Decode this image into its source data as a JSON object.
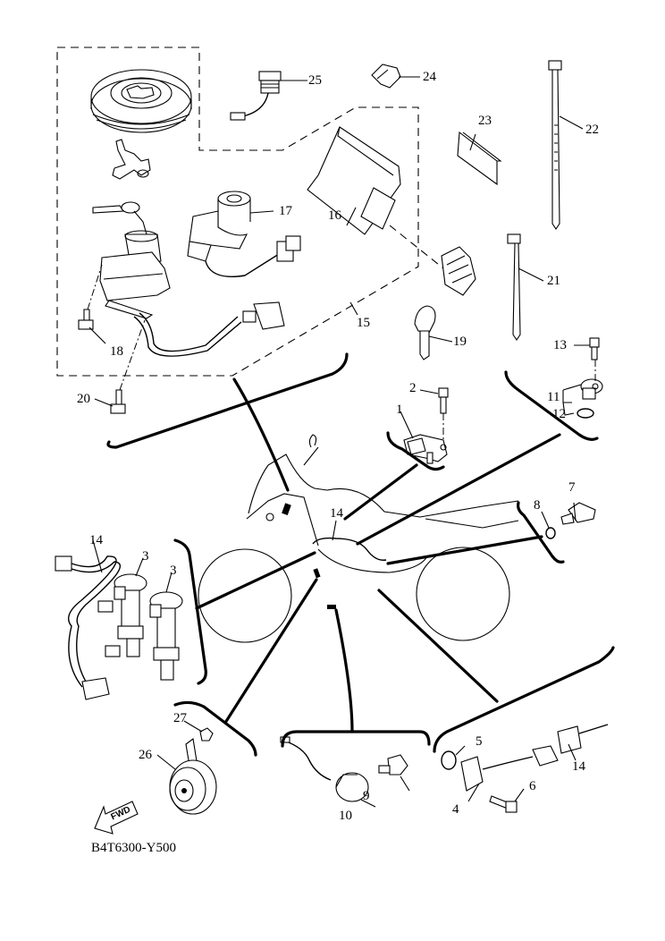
{
  "diagram": {
    "title": "Electrical parts exploded view",
    "code": "B4T6300-Y500",
    "fwd_label": "FWD",
    "callouts": [
      {
        "id": "1",
        "text": "1"
      },
      {
        "id": "2",
        "text": "2"
      },
      {
        "id": "3a",
        "text": "3"
      },
      {
        "id": "3b",
        "text": "3"
      },
      {
        "id": "4",
        "text": "4"
      },
      {
        "id": "5",
        "text": "5"
      },
      {
        "id": "6",
        "text": "6"
      },
      {
        "id": "7",
        "text": "7"
      },
      {
        "id": "8",
        "text": "8"
      },
      {
        "id": "9",
        "text": "9"
      },
      {
        "id": "10",
        "text": "10"
      },
      {
        "id": "11",
        "text": "11"
      },
      {
        "id": "12",
        "text": "12"
      },
      {
        "id": "13",
        "text": "13"
      },
      {
        "id": "14a",
        "text": "14"
      },
      {
        "id": "14b",
        "text": "14"
      },
      {
        "id": "14c",
        "text": "14"
      },
      {
        "id": "15",
        "text": "15"
      },
      {
        "id": "16",
        "text": "16"
      },
      {
        "id": "17",
        "text": "17"
      },
      {
        "id": "18",
        "text": "18"
      },
      {
        "id": "19",
        "text": "19"
      },
      {
        "id": "20",
        "text": "20"
      },
      {
        "id": "21",
        "text": "21"
      },
      {
        "id": "22",
        "text": "22"
      },
      {
        "id": "23",
        "text": "23"
      },
      {
        "id": "24",
        "text": "24"
      },
      {
        "id": "25",
        "text": "25"
      },
      {
        "id": "26",
        "text": "26"
      },
      {
        "id": "27",
        "text": "27"
      }
    ],
    "parts": [
      {
        "name": "fuel-cap-lock"
      },
      {
        "name": "seat-lock"
      },
      {
        "name": "main-switch"
      },
      {
        "name": "key-cylinder"
      },
      {
        "name": "immobilizer-unit"
      },
      {
        "name": "immobilizer-coupler"
      },
      {
        "name": "cable-tie-long"
      },
      {
        "name": "cable-tie-short"
      },
      {
        "name": "pad"
      },
      {
        "name": "clip"
      },
      {
        "name": "lead-wire"
      },
      {
        "name": "key-blank"
      },
      {
        "name": "sensor-1"
      },
      {
        "name": "bolt-2"
      },
      {
        "name": "ignition-coil"
      },
      {
        "name": "speed-sensor"
      },
      {
        "name": "o-ring"
      },
      {
        "name": "bolt-6"
      },
      {
        "name": "thermo-switch"
      },
      {
        "name": "gasket"
      },
      {
        "name": "oil-pressure-switch"
      },
      {
        "name": "neutral-switch"
      },
      {
        "name": "sensor-11"
      },
      {
        "name": "o-ring-12"
      },
      {
        "name": "bolt-13"
      },
      {
        "name": "wire-harness"
      },
      {
        "name": "horn"
      },
      {
        "name": "nut"
      }
    ]
  }
}
